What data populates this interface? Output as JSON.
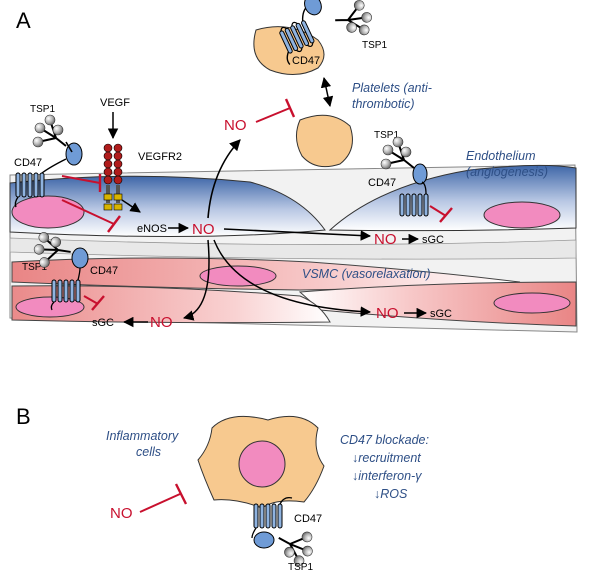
{
  "panels": {
    "a": "A",
    "b": "B"
  },
  "labels": {
    "tsp1": "TSP1",
    "cd47": "CD47",
    "vegf": "VEGF",
    "vegfr2": "VEGFR2",
    "enos": "eNOS",
    "no": "NO",
    "sgc": "sGC"
  },
  "captions": {
    "platelets": [
      "Platelets (anti-",
      "thrombotic)"
    ],
    "endothelium": [
      "Endothelium",
      "(angiogenesis)"
    ],
    "vsmc": "VSMC (vasorelaxation)",
    "inflammatory": [
      "Inflammatory",
      "cells"
    ],
    "blockade": [
      "CD47 blockade:",
      "↓recruitment",
      "↓interferon-γ",
      "↓ROS"
    ]
  },
  "colors": {
    "inhibition": "#c8102e",
    "caption": "#2e4f86",
    "receptor": "#8fb3e0",
    "vegfr2": "#b01c1c",
    "nucleus": "#f28bbf",
    "platelet": "#f7c98f"
  }
}
